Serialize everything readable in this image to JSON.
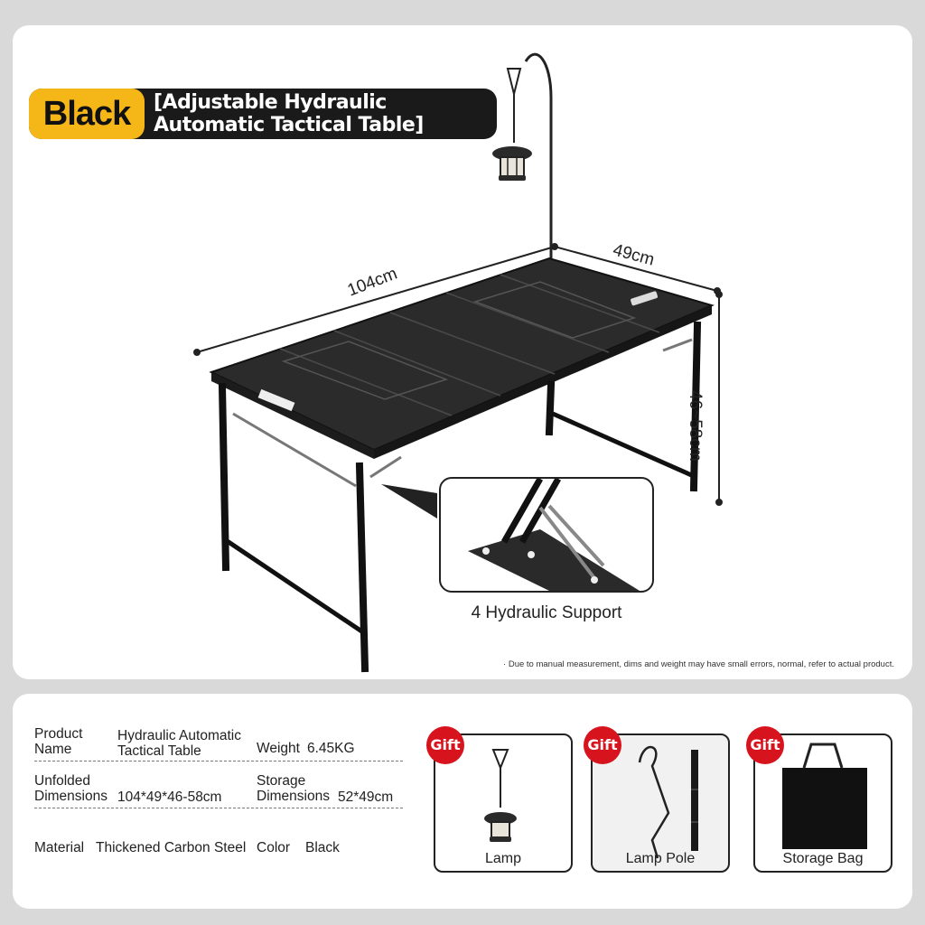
{
  "header": {
    "color_badge": "Black",
    "title": "[Adjustable Hydraulic Automatic Tactical Table]"
  },
  "dimensions": {
    "length": "104cm",
    "width": "49cm",
    "height": "46~58cm"
  },
  "inset": {
    "caption": "4 Hydraulic Support"
  },
  "disclaimer": "· Due to manual measurement, dims and weight may have small errors, normal, refer to actual product.",
  "specs": {
    "product_name_label": "Product Name",
    "product_name_value": "Hydraulic Automatic Tactical Table",
    "weight_label": "Weight",
    "weight_value": "6.45KG",
    "unfolded_label": "Unfolded Dimensions",
    "unfolded_value": "104*49*46-58cm",
    "storage_label": "Storage Dimensions",
    "storage_value": "52*49cm",
    "material_label": "Material",
    "material_value": "Thickened Carbon Steel",
    "color_label": "Color",
    "color_value": "Black"
  },
  "gifts": [
    {
      "badge": "Gift",
      "label": "Lamp",
      "icon": "lamp-icon"
    },
    {
      "badge": "Gift",
      "label": "Lamp Pole",
      "icon": "lamp-pole-icon"
    },
    {
      "badge": "Gift",
      "label": "Storage Bag",
      "icon": "storage-bag-icon"
    }
  ],
  "colors": {
    "badge_yellow": "#f5b718",
    "title_bar": "#1a1a1a",
    "gift_red": "#d7141d",
    "background": "#d9d9d9"
  }
}
